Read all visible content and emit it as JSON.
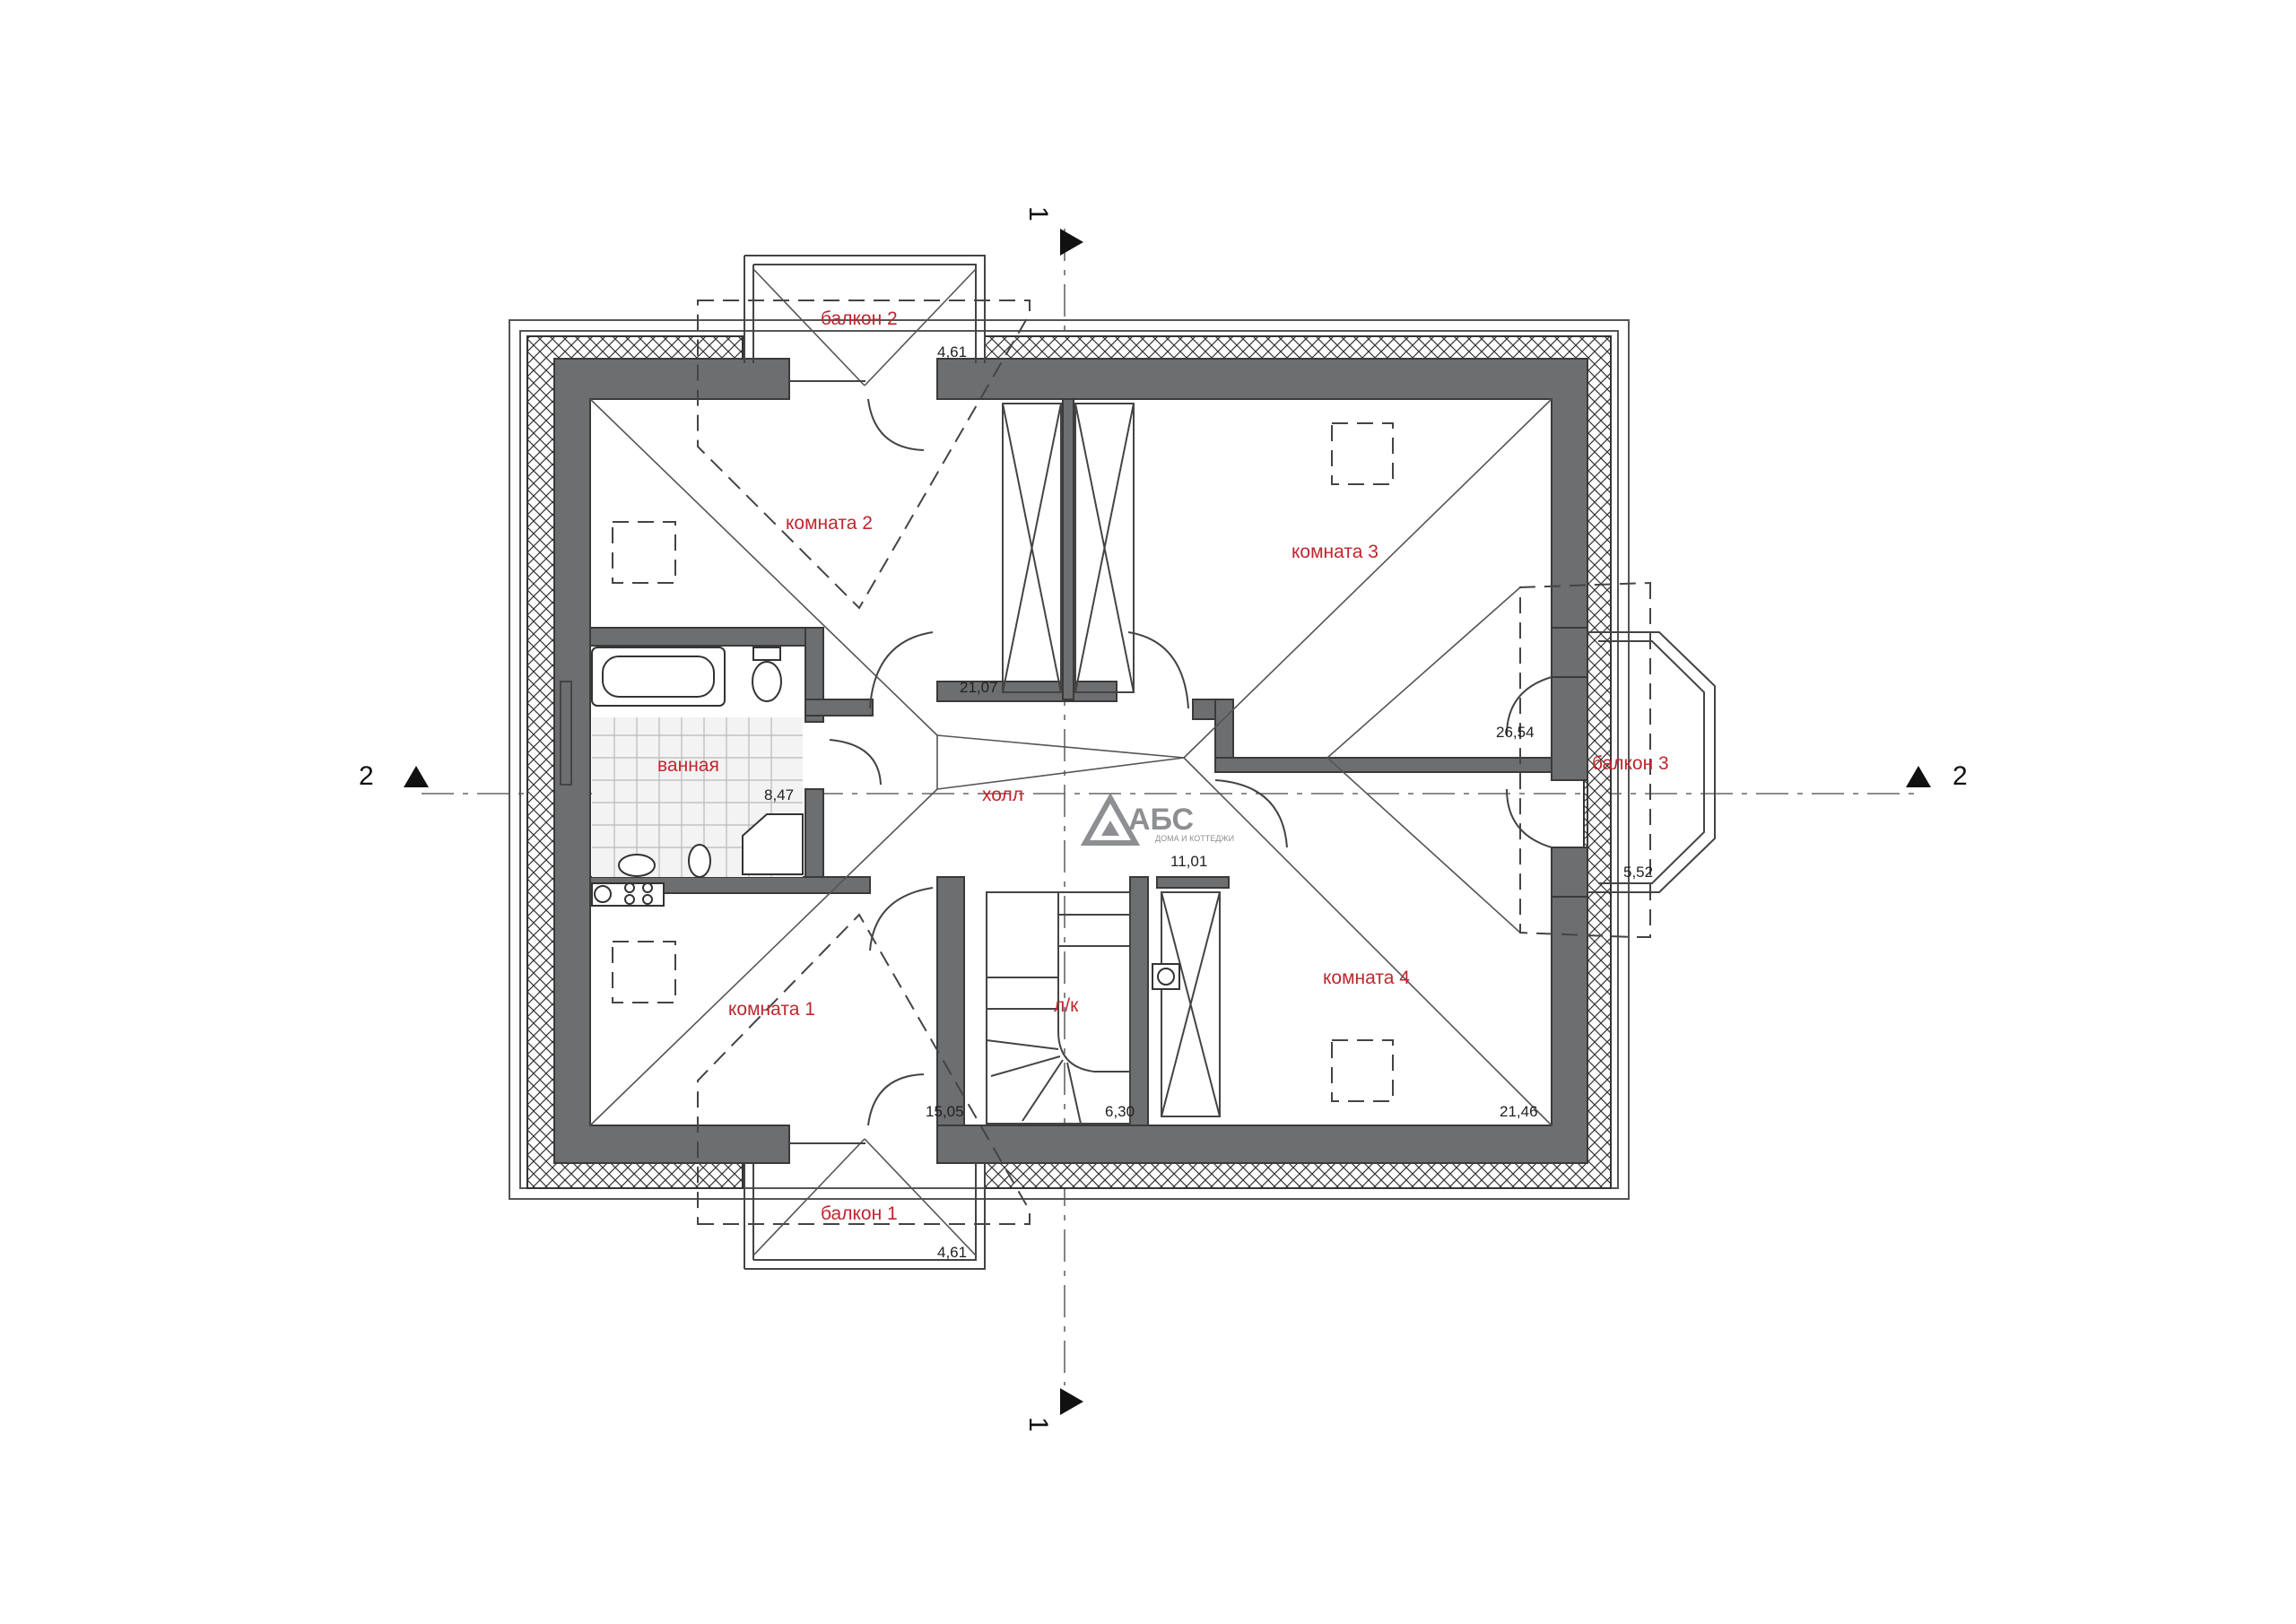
{
  "rooms": {
    "balcony_2": {
      "name": "балкон 2",
      "area": "4,61"
    },
    "room_2": {
      "name": "комната 2",
      "area": "21,07"
    },
    "room_3": {
      "name": "комната 3",
      "area": "26,54"
    },
    "bathroom": {
      "name": "ванная",
      "area": "8,47"
    },
    "hall": {
      "name": "холл",
      "area": "11,01"
    },
    "balcony_3": {
      "name": "балкон 3",
      "area": "5,52"
    },
    "room_1": {
      "name": "комната 1",
      "area": "15,05"
    },
    "stair": {
      "name": "л/к",
      "area": "6,30"
    },
    "room_4": {
      "name": "комната 4",
      "area": "21,46"
    },
    "balcony_1": {
      "name": "балкон 1",
      "area": "4,61"
    }
  },
  "section_marks": {
    "vertical": "1",
    "horizontal": "2"
  },
  "logo": {
    "brand": "АБС",
    "tagline": "ДОМА И КОТТЕДЖИ"
  },
  "colors": {
    "wall": "#6d6e70",
    "room_label": "#c0262d",
    "logo": "#7a7c80"
  }
}
